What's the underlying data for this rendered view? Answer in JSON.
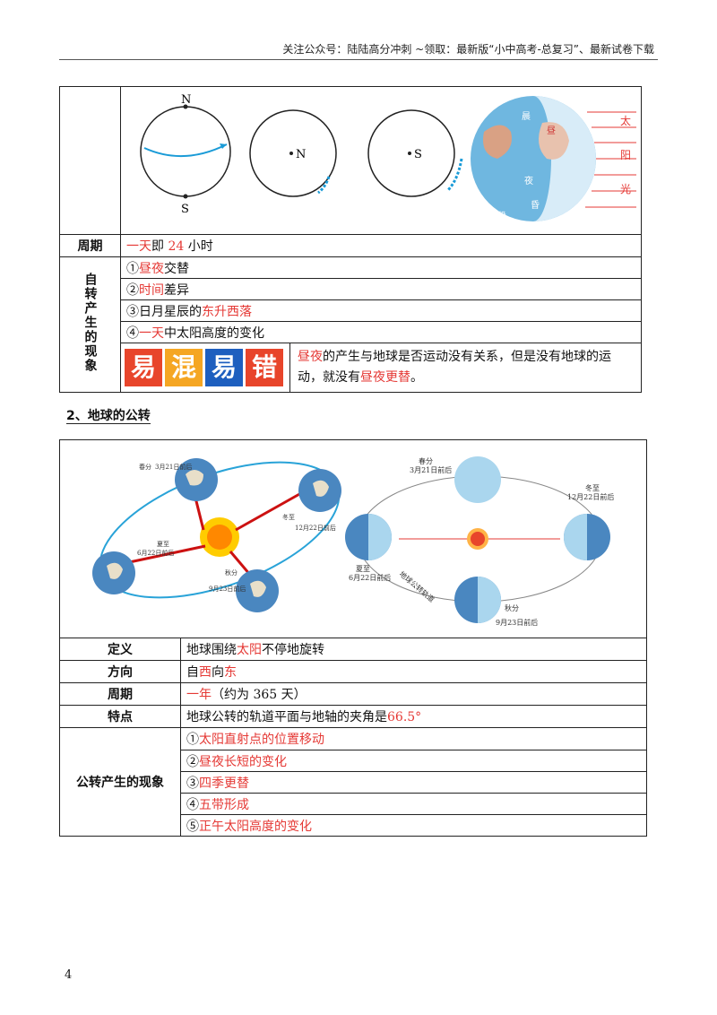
{
  "header": {
    "text": "关注公众号：陆陆高分冲刺  ~领取：最新版“小中高考-总复习”、最新试卷下载"
  },
  "rotation": {
    "diagram": {
      "n_label": "N",
      "s_label": "S",
      "circle2_label": "N",
      "circle3_label": "S",
      "globe_labels": [
        "晨",
        "昼",
        "夜",
        "昏",
        "南极"
      ],
      "sun_label": [
        "太",
        "阳",
        "光"
      ]
    },
    "period": {
      "label": "周期",
      "v1": "一天",
      "v2": "即",
      "v3": "24",
      "v4": "小时"
    },
    "phenomena_label": "自转产生的现象",
    "items": [
      {
        "num": "①",
        "red": "昼夜",
        "text": "交替"
      },
      {
        "num": "②",
        "red": "时间",
        "text": "差异"
      },
      {
        "num": "③",
        "pre": "日月星辰的",
        "red": "东升西落"
      },
      {
        "num": "④",
        "red": "一天",
        "text": "中太阳高度的变化"
      }
    ],
    "tip": {
      "tiles": [
        "易",
        "混",
        "易",
        "错"
      ],
      "tile_colors": [
        "#e8452b",
        "#f5a623",
        "#1e5fbf",
        "#e8452b"
      ],
      "t1": "昼夜",
      "t2": "的产生与地球是否运动没有关系，但是没有地球的运动，就没有",
      "t3": "昼夜更替",
      "t4": "。"
    }
  },
  "section2": {
    "title": "2、地球的公转"
  },
  "revolution": {
    "diagram_left": {
      "labels": [
        "春分",
        "3月21日前后",
        "夏至",
        "6月22日前后",
        "秋分",
        "9月23日前后",
        "冬至",
        "12月22日前后"
      ]
    },
    "diagram_right": {
      "labels": [
        "春分",
        "3月21日前后",
        "冬至",
        "12月22日前后",
        "夏至",
        "6月22日前后",
        "秋分",
        "9月23日前后",
        "地球公转轨道"
      ]
    },
    "definition": {
      "label": "定义",
      "pre": "地球围绕",
      "red": "太阳",
      "post": "不停地旋转"
    },
    "direction": {
      "label": "方向",
      "pre": "自",
      "red1": "西",
      "mid": "向",
      "red2": "东"
    },
    "period": {
      "label": "周期",
      "red": "一年",
      "post": "（约为 365 天）"
    },
    "feature": {
      "label": "特点",
      "pre": "地球公转的轨道平面与地轴的夹角是",
      "red": "66.5°"
    },
    "phenomena_label": "公转产生的现象",
    "items": [
      {
        "num": "①",
        "red": "太阳直射点的位置移动"
      },
      {
        "num": "②",
        "red": "昼夜长短的变化"
      },
      {
        "num": "③",
        "red": "四季更替"
      },
      {
        "num": "④",
        "red": "五带形成"
      },
      {
        "num": "⑤",
        "red": "正午太阳高度的变化"
      }
    ]
  },
  "page_number": "4"
}
